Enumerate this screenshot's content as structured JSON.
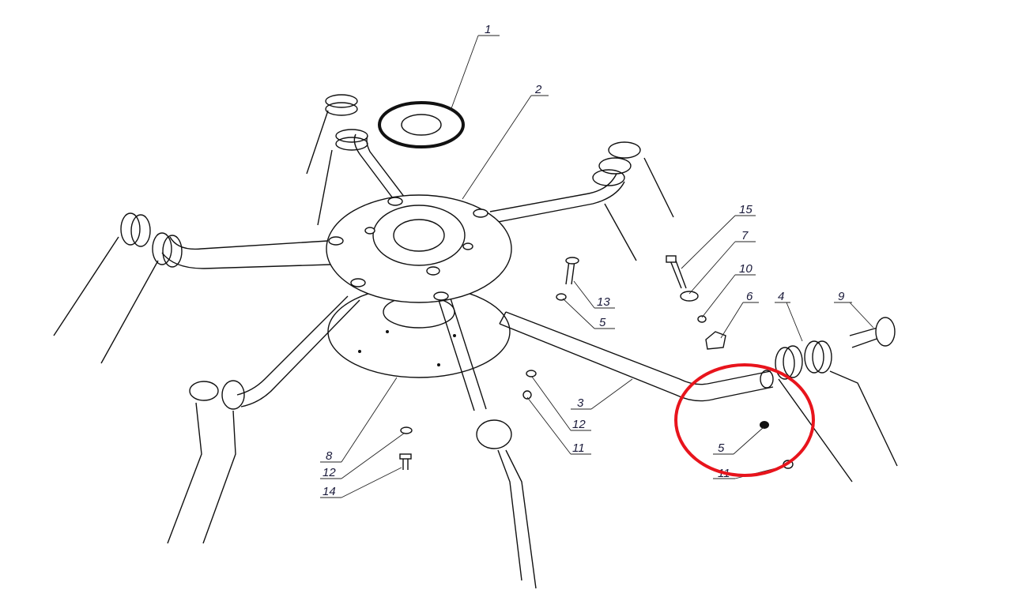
{
  "diagram": {
    "labels": [
      "1",
      "2",
      "15",
      "7",
      "10",
      "6",
      "4",
      "9",
      "13",
      "5",
      "3",
      "12",
      "11",
      "8",
      "12",
      "14",
      "5",
      "11"
    ],
    "highlight_color": "#e8141c",
    "line_color": "#111111"
  }
}
